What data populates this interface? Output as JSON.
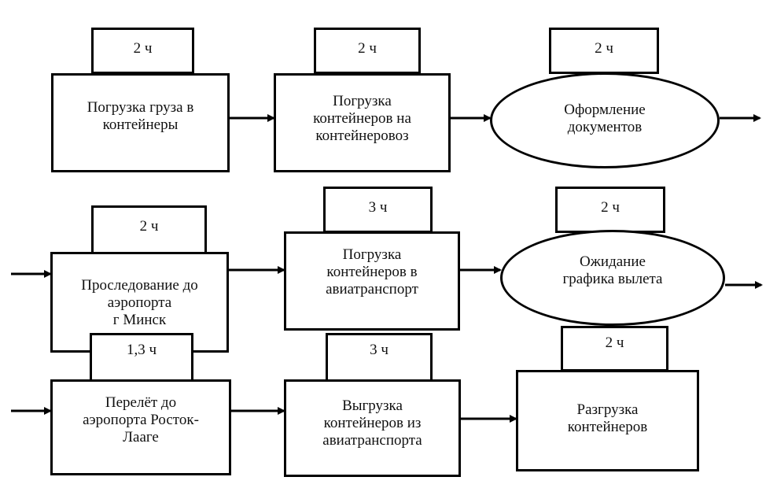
{
  "colors": {
    "stroke": "#000000",
    "background": "#ffffff",
    "text": "#111111"
  },
  "steps": [
    {
      "text": "Погрузка груза в\nконтейнеры",
      "time": "2 ч"
    },
    {
      "text": "Погрузка\nконтейнеров на\nконтейнеровоз",
      "time": "2 ч"
    },
    {
      "text": "Оформление\nдокументов",
      "time": "2 ч"
    },
    {
      "text": "Прослeдование до\nаэропорта\nг Минск",
      "time": "2 ч"
    },
    {
      "text": "Погрузка\nконтейнеров в\nавиатранспорт",
      "time": "3 ч"
    },
    {
      "text": "Ожидание\nграфика вылета",
      "time": "2 ч"
    },
    {
      "text": "Перелёт до\nаэропорта Росток-\nЛааге",
      "time": "1,3 ч"
    },
    {
      "text": "Выгрузка\nконтейнеров из\nавиатранспорта",
      "time": "3 ч"
    },
    {
      "text": "Разгрузка\nконтейнеров",
      "time": "2 ч"
    }
  ]
}
